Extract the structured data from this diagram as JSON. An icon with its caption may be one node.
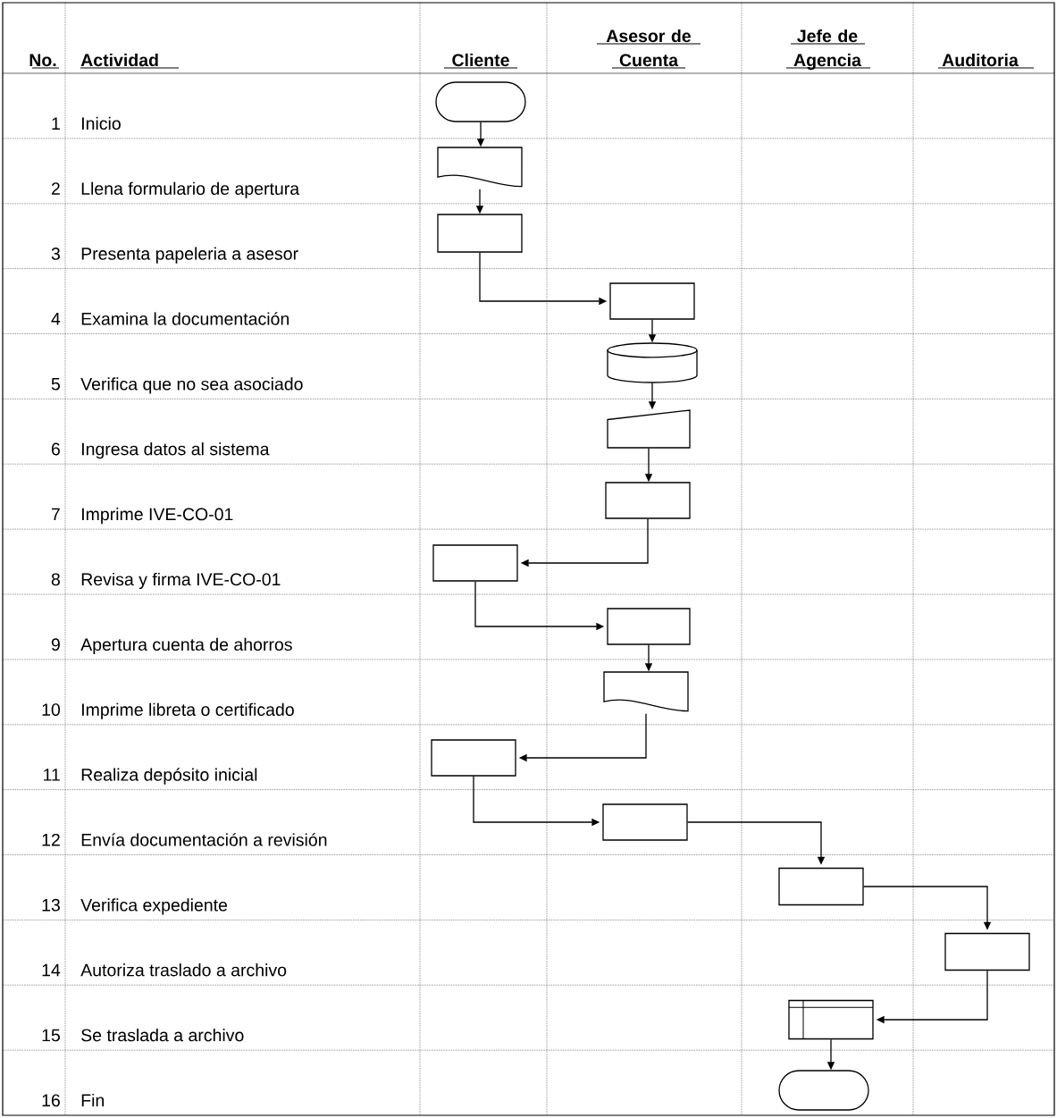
{
  "diagram": {
    "nodes": [
      {
        "text": [],
        "shape": "oval"
      },
      {
        "text": [],
        "shape": "document"
      },
      {
        "text": [],
        "shape": "box"
      },
      {
        "text": [],
        "shape": "box"
      },
      {
        "text": [],
        "shape": "cylinder"
      },
      {
        "text": [],
        "shape": "trapezoid"
      },
      {
        "text": [],
        "shape": "box"
      },
      {
        "text": [],
        "shape": "box"
      },
      {
        "text": [],
        "shape": "box"
      },
      {
        "text": [],
        "shape": "document"
      },
      {
        "text": [],
        "shape": "box"
      },
      {
        "text": [],
        "shape": "box"
      },
      {
        "text": [],
        "shape": "box"
      },
      {
        "text": [],
        "shape": "box"
      },
      {
        "text": [],
        "shape": "storage"
      },
      {
        "text": [],
        "shape": "oval"
      }
    ],
    "edges": [
      {
        "from": 0,
        "to": 1,
        "arrow": "to"
      },
      {
        "from": 1,
        "to": 2,
        "arrow": "to"
      },
      {
        "from": 2,
        "to": 3,
        "arrow": "to"
      },
      {
        "from": 3,
        "to": 4,
        "arrow": "to"
      },
      {
        "from": 4,
        "to": 5,
        "arrow": "to"
      },
      {
        "from": 5,
        "to": 6,
        "arrow": "to"
      },
      {
        "from": 6,
        "to": 7,
        "arrow": "to"
      },
      {
        "from": 7,
        "to": 8,
        "arrow": "to"
      },
      {
        "from": 8,
        "to": 9,
        "arrow": "to"
      },
      {
        "from": 9,
        "to": 10,
        "arrow": "to"
      },
      {
        "from": 10,
        "to": 11,
        "arrow": "to"
      },
      {
        "from": 11,
        "to": 12,
        "arrow": "to"
      },
      {
        "from": 12,
        "to": 13,
        "arrow": "to"
      },
      {
        "from": 13,
        "to": 14,
        "arrow": "to"
      },
      {
        "from": 14,
        "to": 15,
        "arrow": "to"
      }
    ],
    "labels": [
      "No.",
      "Actividad",
      "Cliente",
      "Asesor de Cuenta",
      "Jefe de Agencia",
      "Auditoria",
      "1",
      "Inicio",
      "2",
      "Llena formulario de apertura",
      "3",
      "Presenta papeleria a asesor",
      "4",
      "Examina la documentación",
      "5",
      "Verifica que  no sea asociado",
      "6",
      "Ingresa datos al sistema",
      "7",
      "Imprime IVE-CO-01",
      "8",
      "Revisa y firma IVE-CO-01",
      "9",
      "Apertura cuenta de ahorros",
      "10",
      "Imprime libreta o certificado",
      "11",
      "Realiza depósito inicial",
      "12",
      "Envía documentación a revisión",
      "13",
      "Verifica expediente",
      "14",
      "Autoriza traslado a archivo",
      "15",
      "Se traslada a archivo",
      "16",
      "Fin"
    ]
  }
}
